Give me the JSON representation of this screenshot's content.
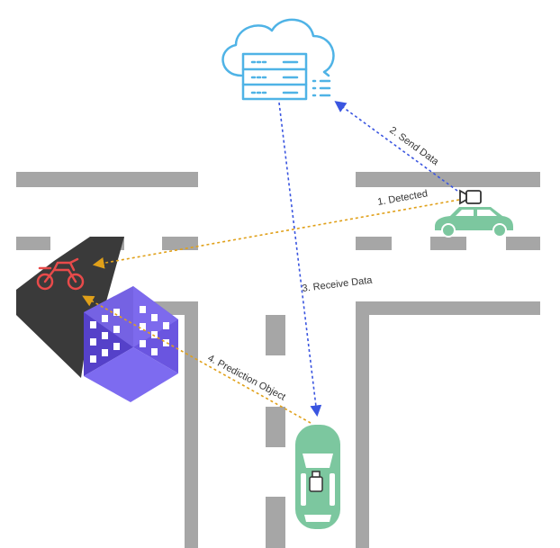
{
  "labels": {
    "detected": "1. Detected",
    "send_data": "2. Send Data",
    "receive_data": "3. Receive Data",
    "prediction_object": "4. Prediction Object"
  },
  "colors": {
    "road": "#a6a6a6",
    "shadow": "#3a3a3a",
    "cloud": "#4fb3e6",
    "car": "#7cc79f",
    "motorbike": "#e84a4a",
    "building": "#6a55e0",
    "arrow_orange": "#e0a019",
    "arrow_blue": "#3a55e0"
  },
  "icons": [
    "cloud-server-icon",
    "camera-icon",
    "car-icon",
    "motorbike-icon",
    "building-icon"
  ]
}
